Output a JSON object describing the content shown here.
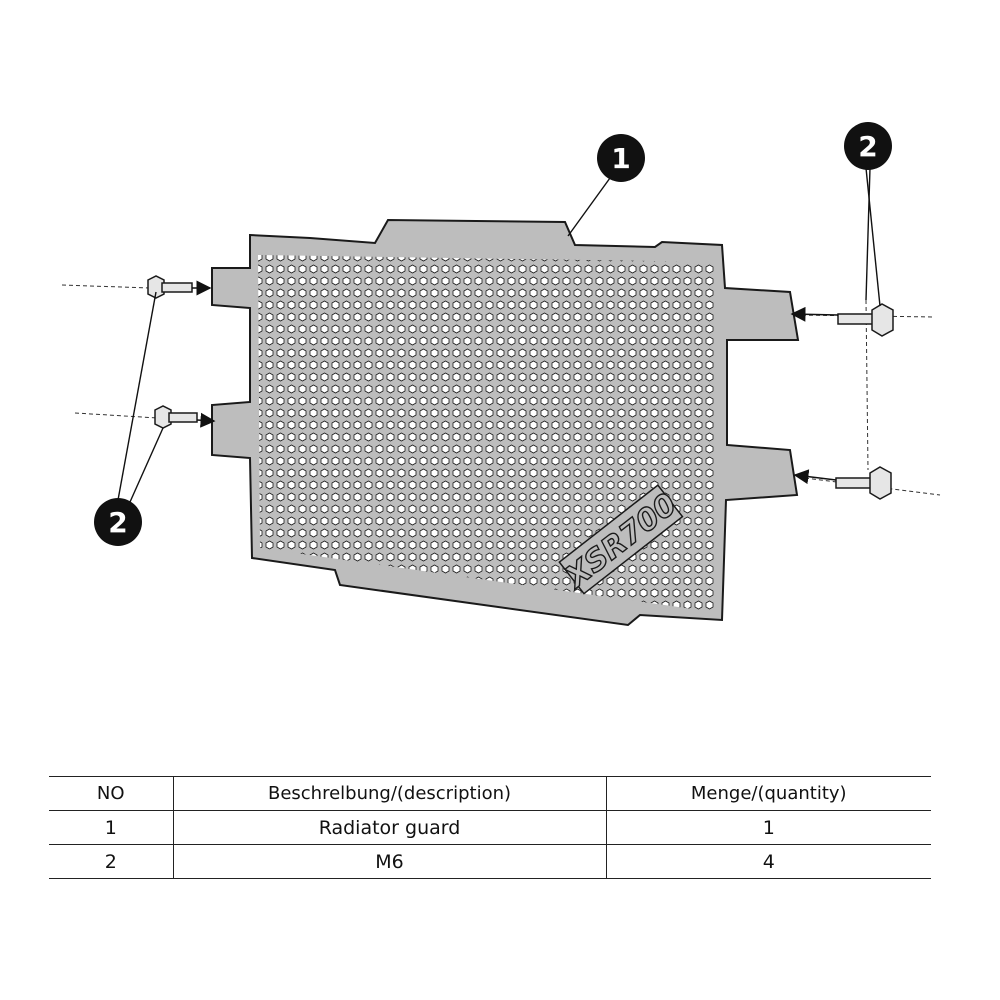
{
  "diagram": {
    "callouts": {
      "guard": "1",
      "bolt_left": "2",
      "bolt_right": "2"
    },
    "logo_text": "XSR700",
    "colors": {
      "panel_fill": "#bdbdbd",
      "outline": "#1a1a1a",
      "callout_fill": "#111111"
    }
  },
  "table": {
    "headers": [
      "NO",
      "Beschrelbung/(description)",
      "Menge/(quantity)"
    ],
    "rows": [
      [
        "1",
        "Radiator guard",
        "1"
      ],
      [
        "2",
        "M6",
        "4"
      ]
    ]
  }
}
